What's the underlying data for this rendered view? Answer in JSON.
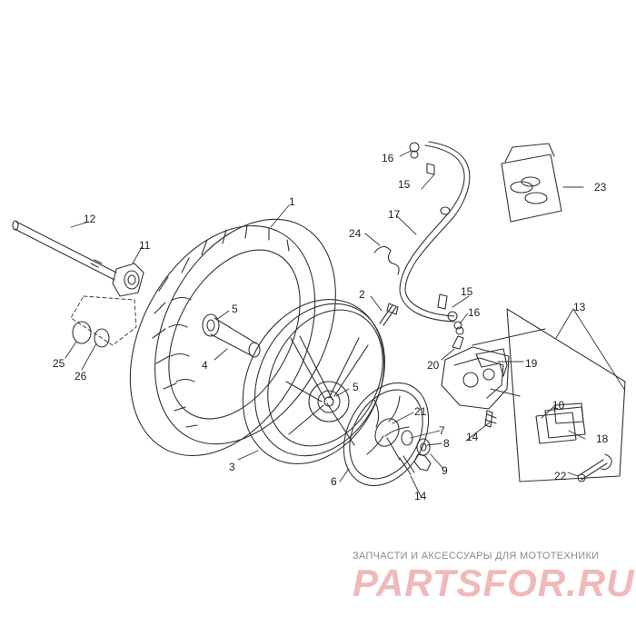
{
  "colors": {
    "line": "#333333",
    "callout_text": "#222222",
    "watermark_text": "#8a8a8a",
    "watermark_brand": "#f0b9b9"
  },
  "callouts": [
    {
      "id": "c1",
      "label": "1"
    },
    {
      "id": "c2",
      "label": "2"
    },
    {
      "id": "c3",
      "label": "3"
    },
    {
      "id": "c4",
      "label": "4"
    },
    {
      "id": "c5a",
      "label": "5"
    },
    {
      "id": "c5b",
      "label": "5"
    },
    {
      "id": "c6",
      "label": "6"
    },
    {
      "id": "c7",
      "label": "7"
    },
    {
      "id": "c8",
      "label": "8"
    },
    {
      "id": "c9",
      "label": "9"
    },
    {
      "id": "c10",
      "label": "10"
    },
    {
      "id": "c11",
      "label": "11"
    },
    {
      "id": "c12",
      "label": "12"
    },
    {
      "id": "c13",
      "label": "13"
    },
    {
      "id": "c14a",
      "label": "14"
    },
    {
      "id": "c14b",
      "label": "14"
    },
    {
      "id": "c15a",
      "label": "15"
    },
    {
      "id": "c15b",
      "label": "15"
    },
    {
      "id": "c16a",
      "label": "16"
    },
    {
      "id": "c16b",
      "label": "16"
    },
    {
      "id": "c17",
      "label": "17"
    },
    {
      "id": "c18",
      "label": "18"
    },
    {
      "id": "c19",
      "label": "19"
    },
    {
      "id": "c20",
      "label": "20"
    },
    {
      "id": "c21",
      "label": "21"
    },
    {
      "id": "c22",
      "label": "22"
    },
    {
      "id": "c23",
      "label": "23"
    },
    {
      "id": "c24",
      "label": "24"
    },
    {
      "id": "c25",
      "label": "25"
    },
    {
      "id": "c26",
      "label": "26"
    }
  ],
  "watermark": {
    "tagline": "ЗАПЧАСТИ И АКСЕССУАРЫ ДЛЯ МОТОТЕХНИКИ",
    "brand": "PARTSFOR.RU"
  }
}
